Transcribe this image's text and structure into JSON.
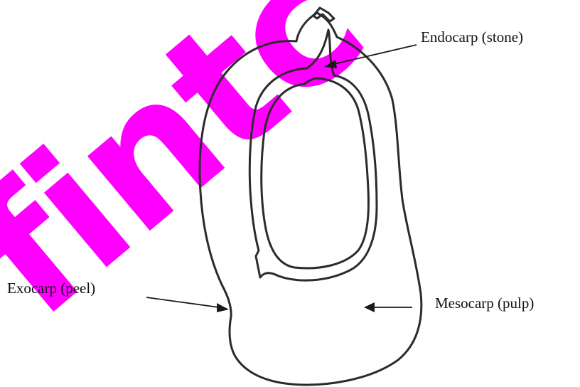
{
  "diagram": {
    "watermark": "fintc",
    "watermark_color": "#ff00ff",
    "labels": {
      "endocarp": "Endocarp (stone)",
      "exocarp": "Exocarp (peel)",
      "mesocarp": "Mesocarp (pulp)"
    }
  }
}
